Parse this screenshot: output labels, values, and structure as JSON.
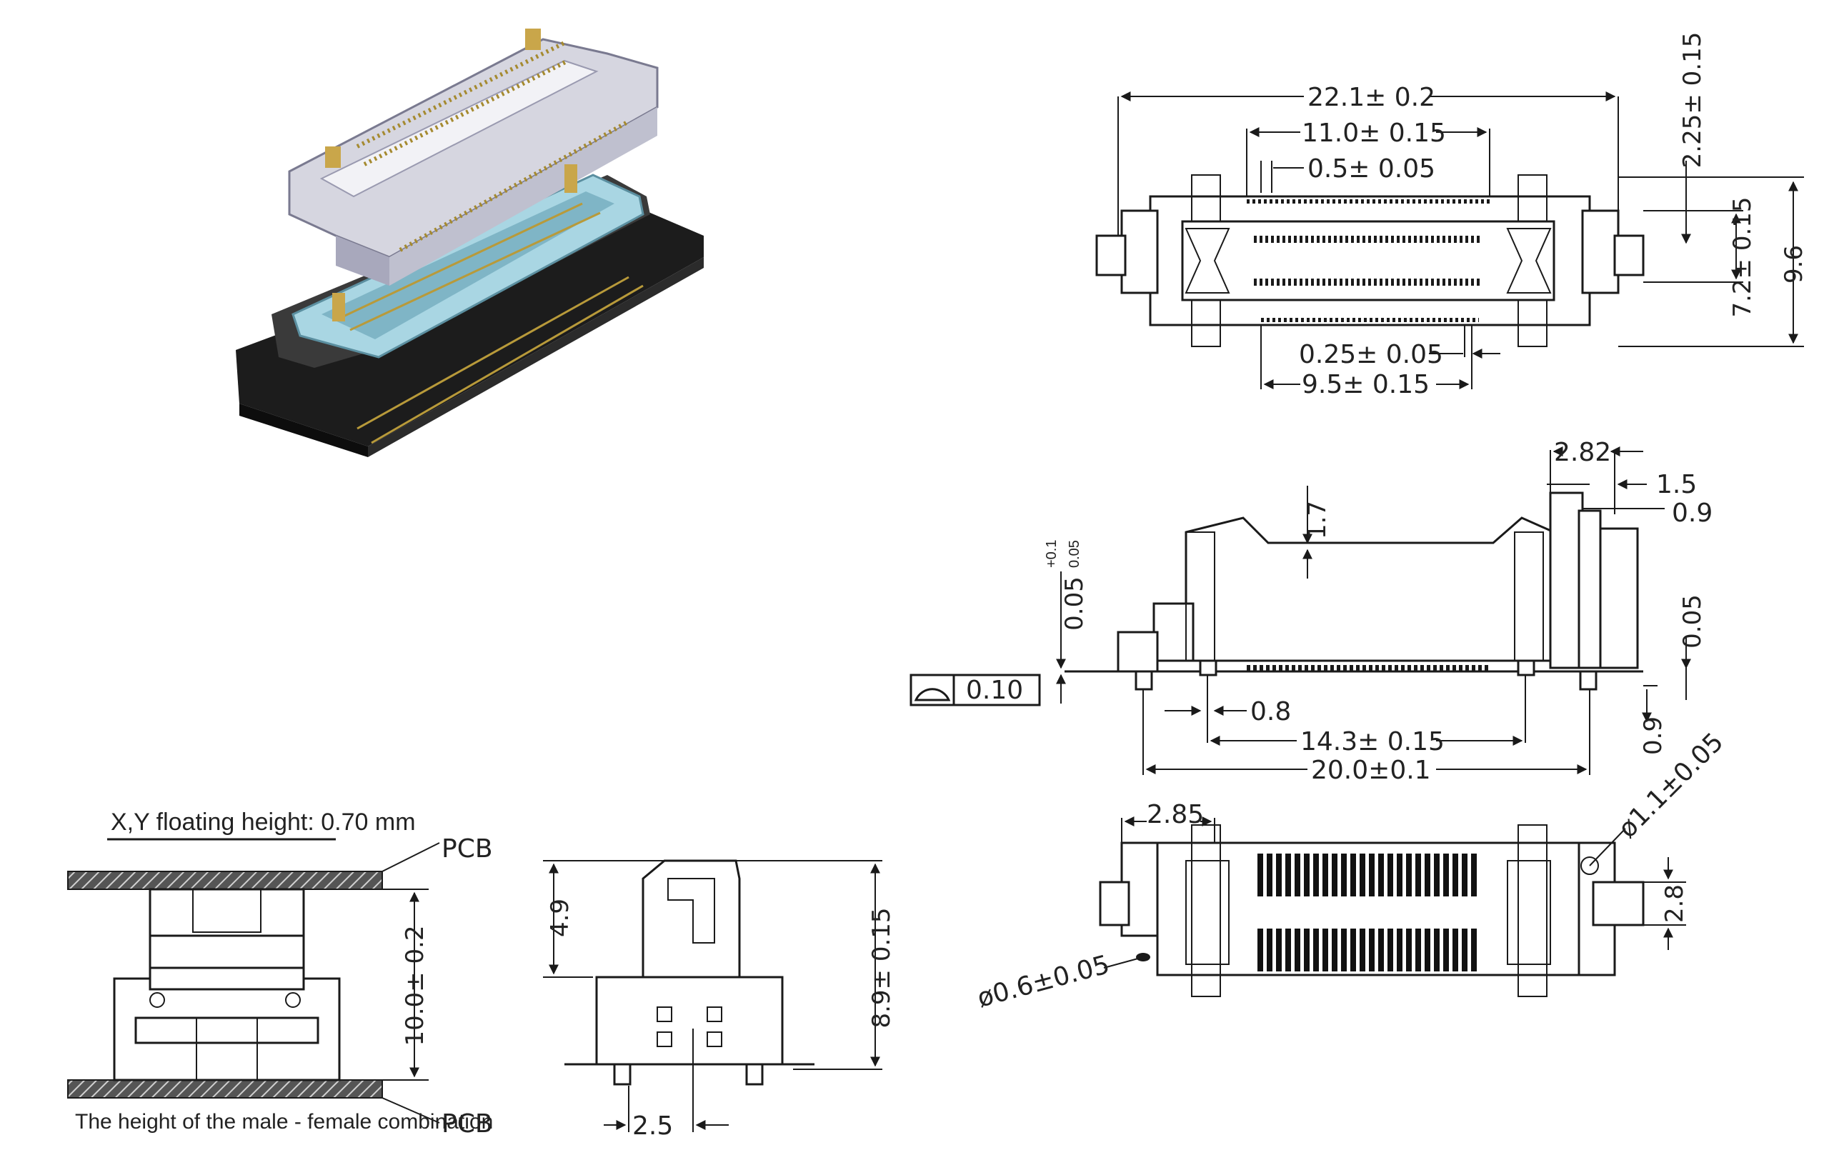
{
  "dimensions": {
    "overall_length": "22.1± 0.2",
    "mating_length": "11.0± 0.15",
    "pitch": "0.5± 0.05",
    "top_height": "2.25± 0.15",
    "inner_width": "7.2± 0.15",
    "overall_width": "9.6",
    "contact_width": "0.25± 0.05",
    "contact_span": "9.5± 0.15",
    "post_offset": "2.82",
    "post_step": "1.5",
    "post_width": "0.9",
    "guide_depth": "1.7",
    "coplanarity_left": "0.05",
    "coplanarity_sup": "+0.1",
    "coplanarity_sub": "0.05",
    "flatness_right": "0.05",
    "flatness_tolerance": "0.10",
    "peg_width": "0.8",
    "peg_span": "14.3± 0.15",
    "housing_length": "20.0±0.1",
    "peg_height": "0.9",
    "bottom_offset": "2.85",
    "hole_large": "ø1.1±0.05",
    "hole_small": "ø0.6±0.05",
    "tab_width": "2.8",
    "side_offset": "4.9",
    "side_height": "8.9± 0.15",
    "side_pitch": "2.5",
    "stack_height": "10.0± 0.2"
  },
  "notes": {
    "floating_height": "X,Y floating height: 0.70 mm",
    "combination": "The height of the male - female combination",
    "pcb_top": "PCB",
    "pcb_bottom": "PCB"
  },
  "colors": {
    "line": "#1a1a1a",
    "housing_dark": "#222222",
    "housing_light": "#bfc0cf",
    "insulator_blue": "#a9d6e3",
    "contact_gold": "#b89a3a"
  }
}
